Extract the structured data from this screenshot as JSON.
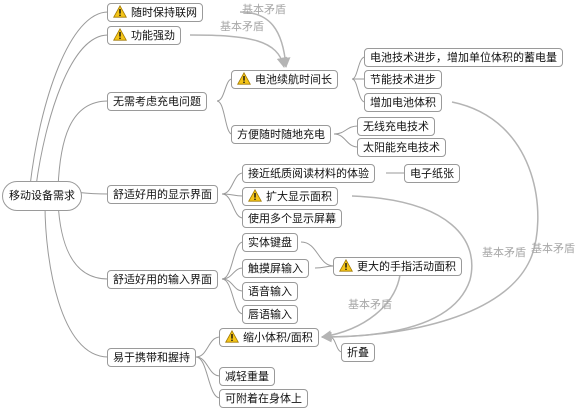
{
  "colors": {
    "line": "#9a9a9a",
    "arrow": "#b4b4b4",
    "note_text": "#a8a8a8",
    "warning": "#f5c518"
  },
  "icon": "warning-triangle-icon",
  "root": "移动设备需求",
  "branches": {
    "b1": "无需考虑充电问题",
    "b2": "舒适好用的显示界面",
    "b3": "舒适好用的输入界面",
    "b4": "易于携带和握持"
  },
  "nodes": {
    "stay_online": "随时保持联网",
    "powerful": "功能强劲",
    "battery_life": "电池续航时间长",
    "battery_tech": "电池技术进步，增加单位体积的蓄电量",
    "power_saving": "节能技术进步",
    "battery_volume": "增加电池体积",
    "charge_anywhere": "方便随时随地充电",
    "wireless_charge": "无线充电技术",
    "solar_charge": "太阳能充电技术",
    "paper_like": "接近纸质阅读材料的体验",
    "e_paper": "电子纸张",
    "bigger_display": "扩大显示面积",
    "multi_screen": "使用多个显示屏幕",
    "keyboard": "实体键盘",
    "touchscreen": "触摸屏输入",
    "finger_area": "更大的手指活动面积",
    "voice_input": "语音输入",
    "lip_input": "唇语输入",
    "shrink": "缩小体积/面积",
    "fold": "折叠",
    "lighter": "减轻重量",
    "wearable": "可附着在身体上"
  },
  "notes": {
    "n1": "基本矛盾",
    "n2": "基本矛盾",
    "n3": "基本矛盾",
    "n4": "基本矛盾",
    "n5": "基本矛盾"
  }
}
